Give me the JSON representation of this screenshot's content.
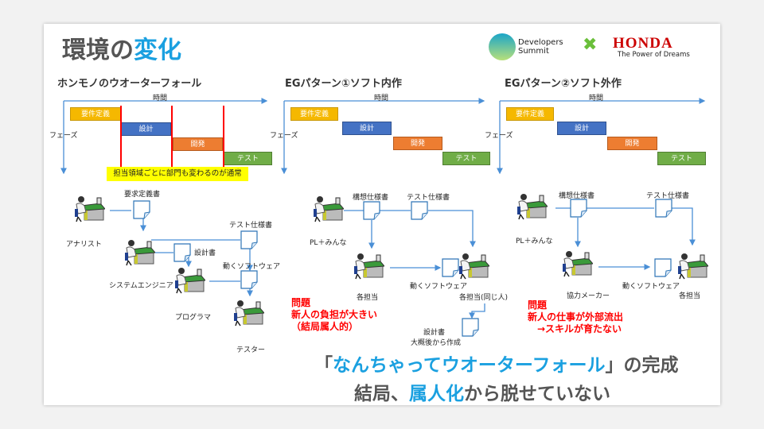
{
  "title": {
    "part1": "環境の",
    "part2": "変化"
  },
  "logos": {
    "devsumi": "Developers Summit",
    "cross": "✖",
    "honda": "HONDA",
    "honda_tagline": "The Power of Dreams"
  },
  "colors": {
    "accent": "#1aa0e0",
    "problem": "#ff0000",
    "req": "#f5b800",
    "design": "#4472c4",
    "dev": "#ed7d31",
    "test": "#70ad47"
  },
  "common": {
    "time": "時間",
    "phase": "フェーズ",
    "req": "要件定義",
    "design": "設計",
    "dev": "開発",
    "test": "テスト",
    "working_sw": "動くソフトウェア",
    "test_spec": "テスト仕様書",
    "concept_spec": "構想仕様書",
    "pl": "PL＋みんな",
    "each": "各担当",
    "problem": "問題"
  },
  "panel1": {
    "heading": "ホンモノのウオーターフォール",
    "note": "担当領域ごとに部門も変わるのが通常",
    "req_doc": "要求定義書",
    "analyst": "アナリスト",
    "design_doc": "設計書",
    "se": "システムエンジニア",
    "programmer": "プログラマ",
    "tester": "テスター"
  },
  "panel2": {
    "heading": "EGパターン①ソフト内作",
    "same_person": "各担当(同じ人)",
    "design_doc": "設計書",
    "design_doc_note": "大概後から作成",
    "problem_text": "新人の負担が大きい\n（結局属人的）"
  },
  "panel3": {
    "heading": "EGパターン②ソフト外作",
    "partner": "協力メーカー",
    "problem_text": "新人の仕事が外部流出\n　→スキルが育たない"
  },
  "conclusion": {
    "line1_a": "「",
    "line1_b": "なんちゃってウオーターフォール",
    "line1_c": "」の完成",
    "line2_a": "結局、",
    "line2_b": "属人化",
    "line2_c": "から脱せていない"
  }
}
